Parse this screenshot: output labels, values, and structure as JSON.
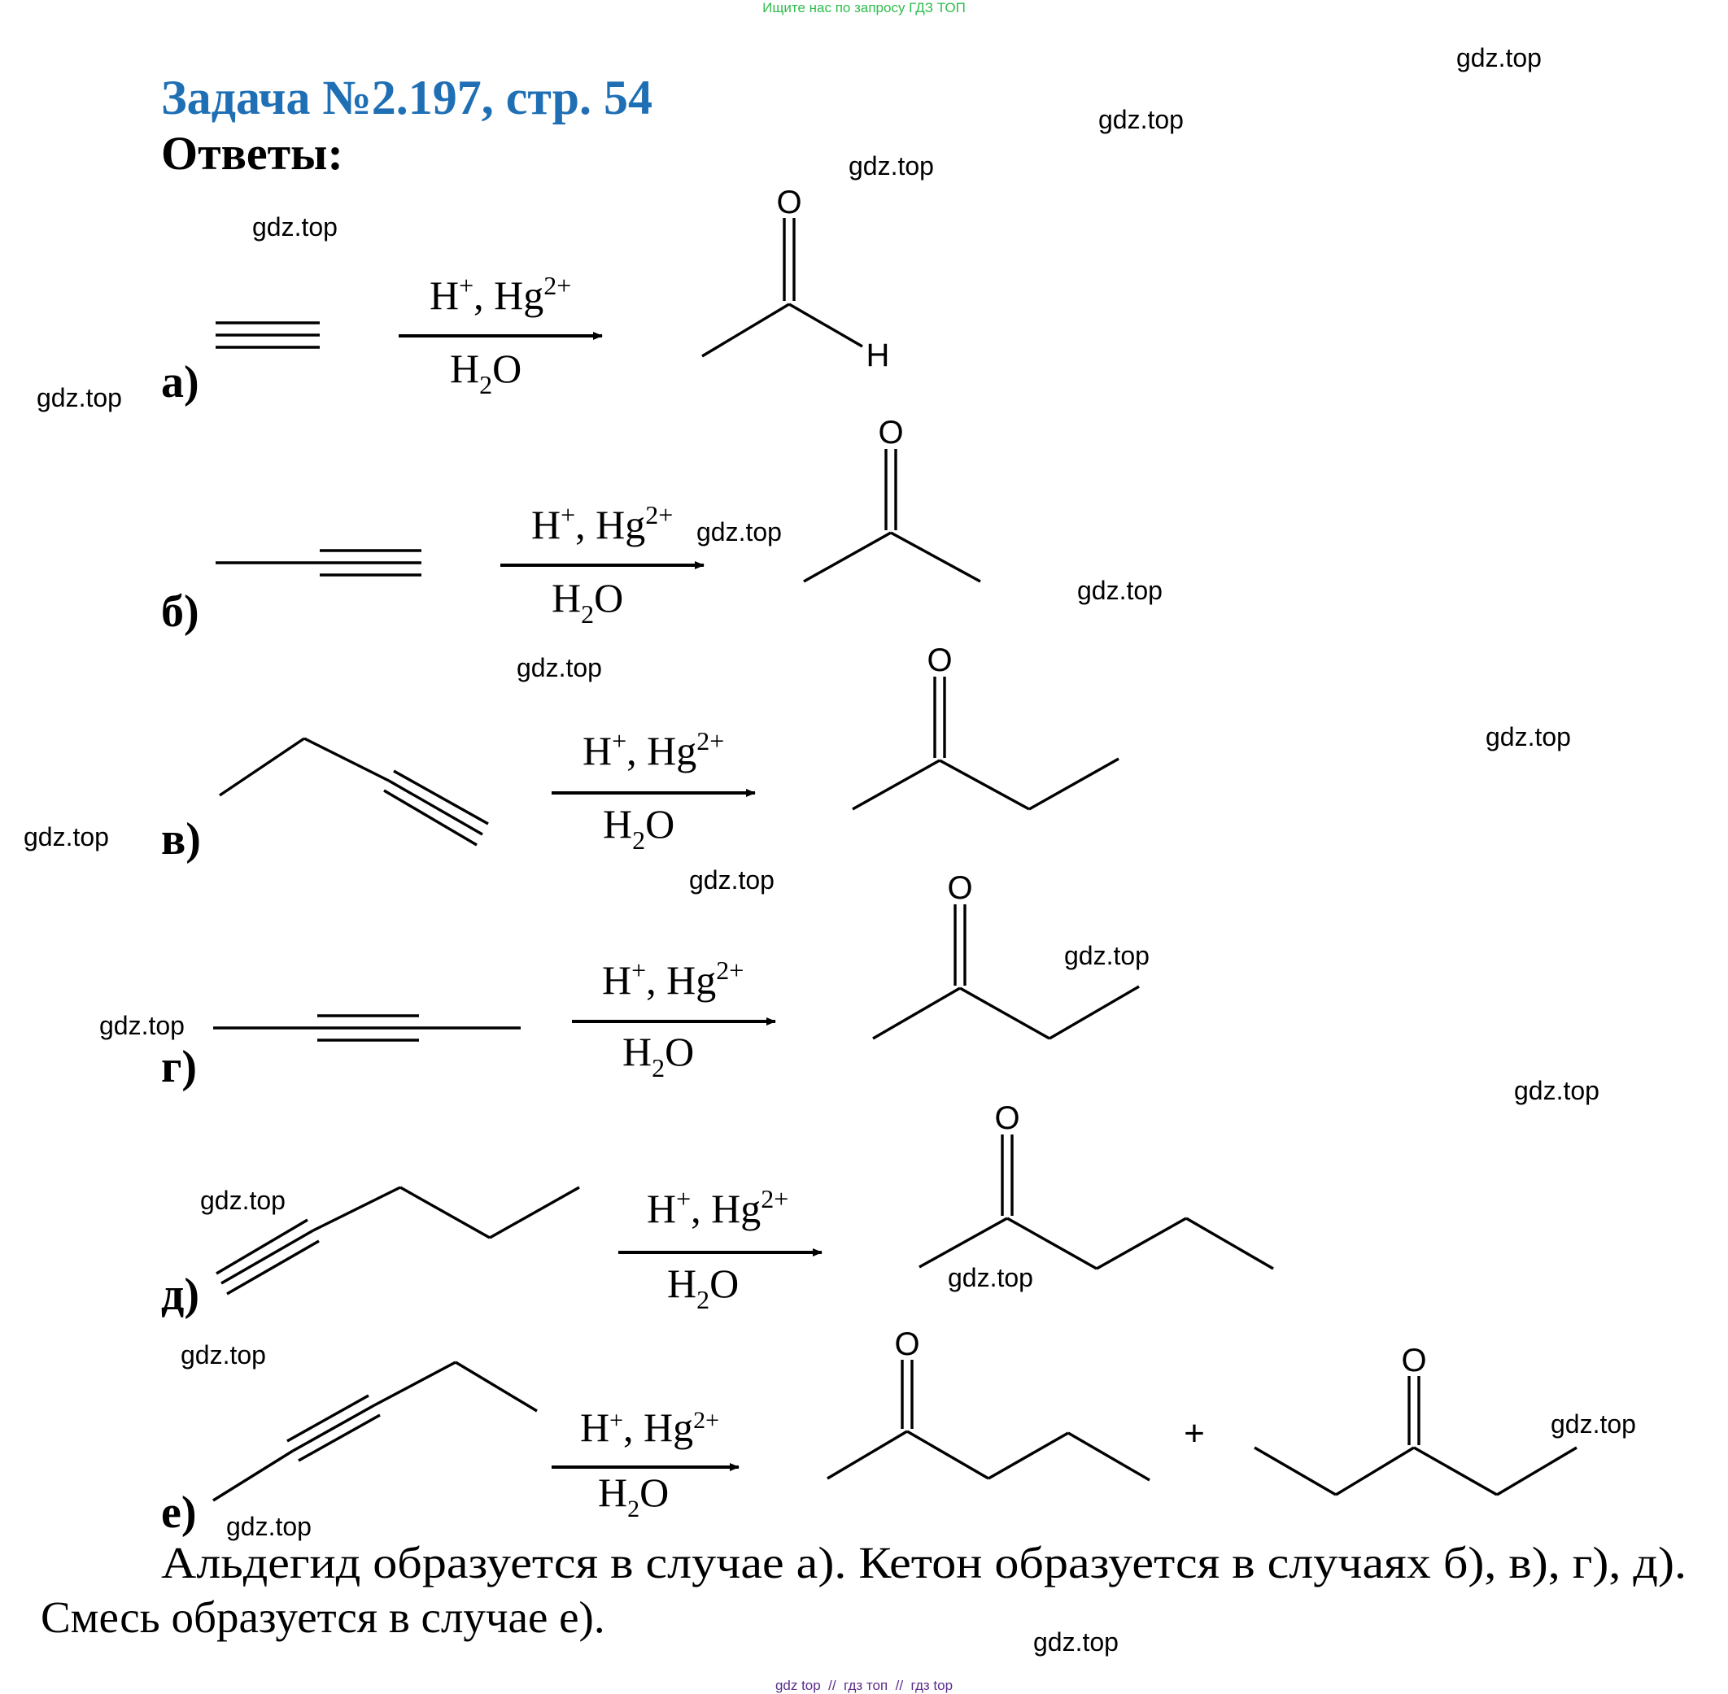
{
  "top_note": "Ищите нас по запросу ГДЗ ТОП",
  "title": "Задача №2.197, стр. 54",
  "subtitle": "Ответы:",
  "reagents": {
    "cation": "H",
    "cation_charge": "+",
    "separator": ", Hg",
    "mercury_charge": "2+",
    "water_h": "H",
    "water_sub": "2",
    "water_o": "O"
  },
  "reactions": [
    {
      "label": "а)"
    },
    {
      "label": "б)"
    },
    {
      "label": "в)"
    },
    {
      "label": "г)"
    },
    {
      "label": "д)"
    },
    {
      "label": "е)"
    }
  ],
  "atoms": {
    "oxygen": "O",
    "hydrogen": "H"
  },
  "plus_sign": "+",
  "conclusion": {
    "line1": "Альдегид образуется в случае а). Кетон образуется в случаях б), в), г), д).",
    "line2": "Смесь образуется в случае е)."
  },
  "watermark": "gdz.top",
  "footer": "gdz top  //  гдз топ  //  гдз top"
}
